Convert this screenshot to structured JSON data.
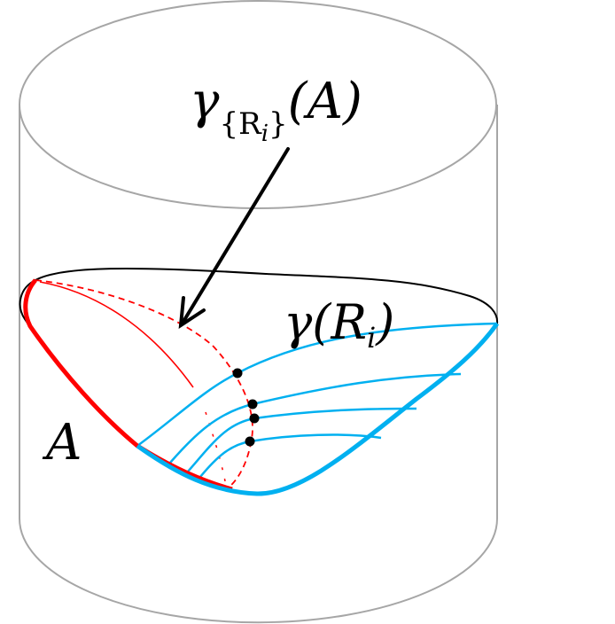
{
  "labels": {
    "top_gamma": "γ",
    "top_sub": "{R",
    "top_sub_i": "i",
    "top_sub_close": "}",
    "top_arg": "(A)",
    "mid_gamma": "γ(R",
    "mid_sub": "i",
    "mid_close": ")",
    "region": "A"
  },
  "colors": {
    "cylinder": "#a6a6a6",
    "boundary": "#000000",
    "region_A": "#ff0000",
    "geodesics": "#00b0f0",
    "points": "#000000"
  }
}
